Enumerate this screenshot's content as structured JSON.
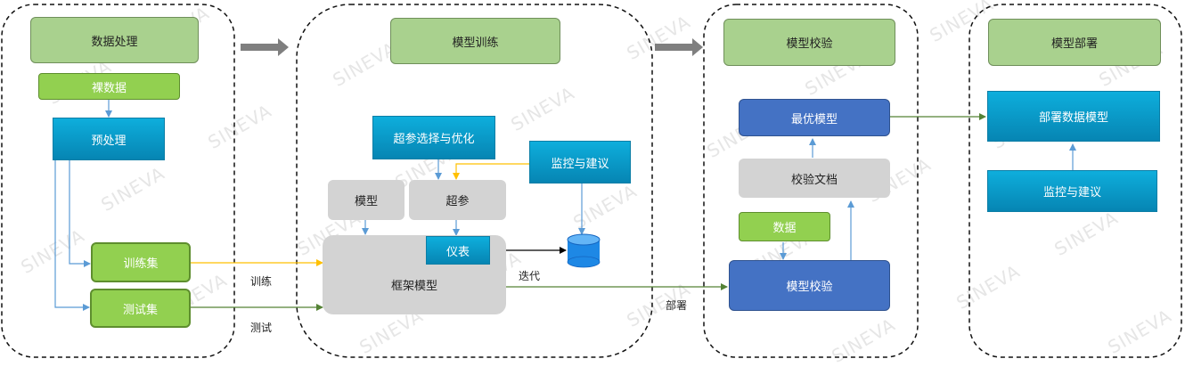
{
  "stages": {
    "data_processing": "数据处理",
    "model_training": "模型训练",
    "model_validation": "模型校验",
    "model_deployment": "模型部署"
  },
  "nodes": {
    "raw_data": "裸数据",
    "preprocess": "预处理",
    "train_set": "训练集",
    "test_set": "测试集",
    "hyper_select": "超参选择与优化",
    "monitor_train": "监控与建议",
    "model": "模型",
    "hyper": "超参",
    "meter": "仪表",
    "framework_model": "框架模型",
    "best_model": "最优模型",
    "validation_doc": "校验文档",
    "data": "数据",
    "model_validate": "模型校验",
    "deploy_model": "部署数据模型",
    "monitor_deploy": "监控与建议"
  },
  "edge_labels": {
    "train": "训练",
    "test": "测试",
    "iterate": "迭代",
    "deploy": "部署"
  },
  "watermark": "SINEVA",
  "colors": {
    "stage_header": "#a9d18e",
    "green_node": "#92d050",
    "blue_node": "#0b9fd0",
    "gray_node": "#d3d3d3",
    "navy_node": "#4472c4",
    "arrow_blue": "#5b9bd5",
    "arrow_yellow": "#ffc000",
    "arrow_green": "#548235",
    "arrow_gray": "#7f7f7f",
    "database": "#1e88e5"
  }
}
